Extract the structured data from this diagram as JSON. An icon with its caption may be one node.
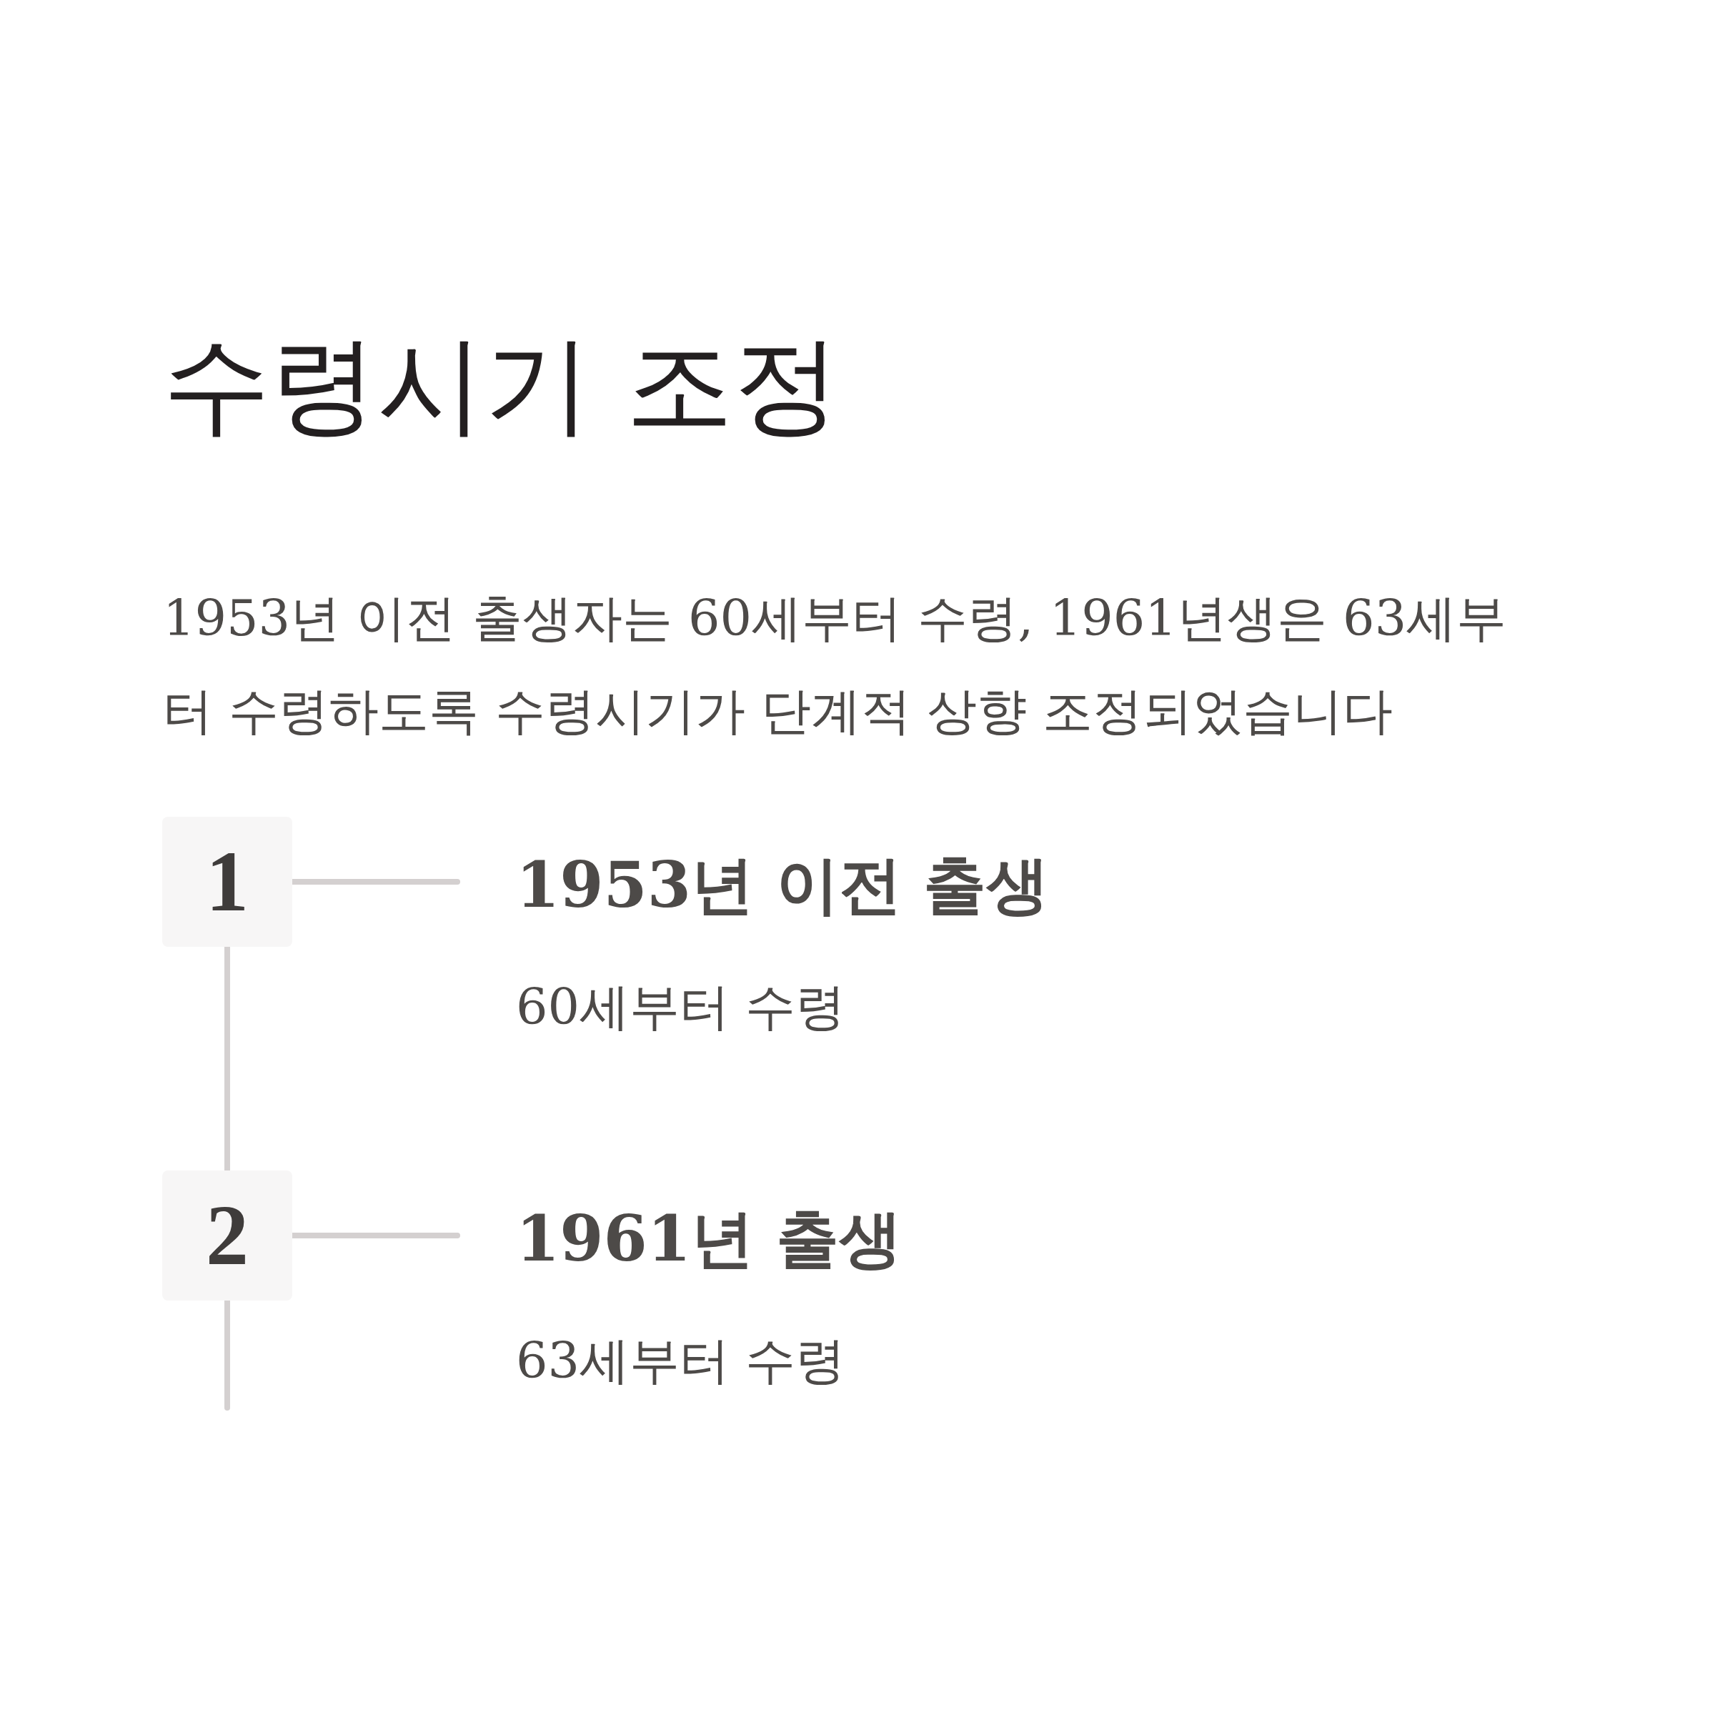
{
  "diagram": {
    "title": "수령시기 조정",
    "caption": "1953년 이전 출생자는 60세부터 수령, 1961년생은 63세부터 수령하도록 수령시기가 단계적 상향 조정되었습니다",
    "nodes": [
      {
        "text": [
          "1"
        ]
      },
      {
        "text": [
          "1953년 이전 출생",
          "60세부터 수령"
        ]
      },
      {
        "text": [
          "2"
        ]
      },
      {
        "text": [
          "1961년 출생",
          "63세부터 수령"
        ]
      }
    ],
    "edges": [
      {
        "from": 0,
        "to": 1,
        "arrow": "none"
      },
      {
        "from": 0,
        "to": 2,
        "arrow": "none"
      },
      {
        "from": 2,
        "to": 3,
        "arrow": "none"
      },
      {
        "from": 2,
        "to": null,
        "arrow": "none"
      }
    ]
  }
}
